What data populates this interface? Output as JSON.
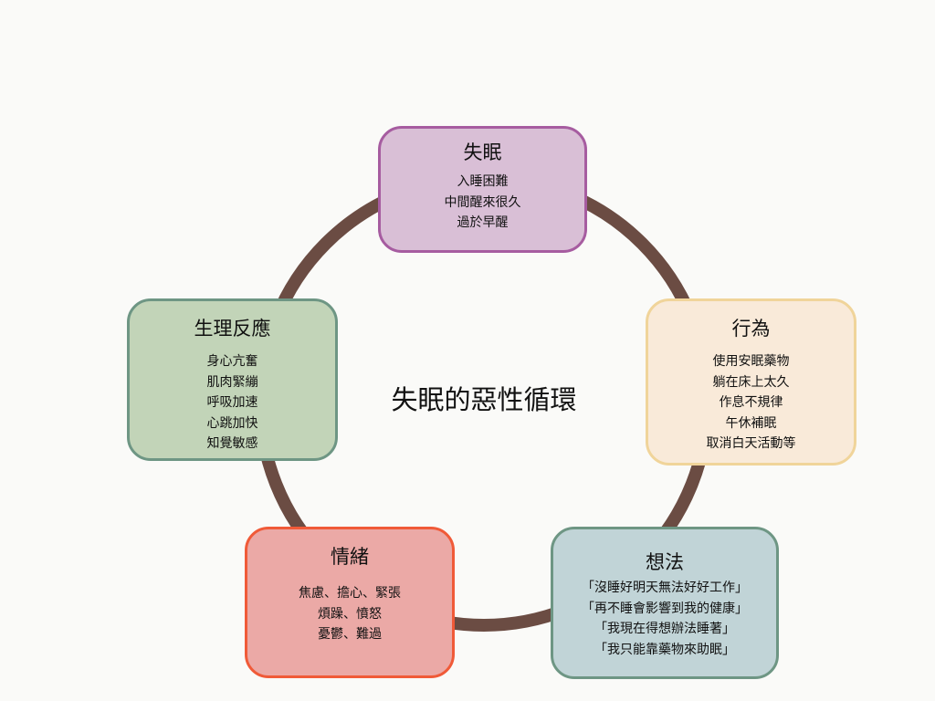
{
  "title": "失眠的惡性循環",
  "colors": {
    "ring": "#6b4c43",
    "background": "#fafaf8"
  },
  "nodes": [
    {
      "id": "insomnia",
      "title": "失眠",
      "items": [
        "入睡困難",
        "中間醒來很久",
        "過於早醒"
      ],
      "fill": "#d9bfd6",
      "border": "#a65ca0"
    },
    {
      "id": "behavior",
      "title": "行為",
      "items": [
        "使用安眠藥物",
        "躺在床上太久",
        "作息不規律",
        "午休補眠",
        "取消白天活動等"
      ],
      "fill": "#f9ead9",
      "border": "#f0d49a"
    },
    {
      "id": "thoughts",
      "title": "想法",
      "items": [
        "「沒睡好明天無法好好工作」",
        "「再不睡會影響到我的健康」",
        "「我現在得想辦法睡著」",
        "「我只能靠藥物來助眠」"
      ],
      "fill": "#c1d4d7",
      "border": "#6e9684"
    },
    {
      "id": "emotions",
      "title": "情緒",
      "items": [
        "焦慮、擔心、緊張",
        "煩躁、憤怒",
        "憂鬱、難過"
      ],
      "fill": "#eba9a6",
      "border": "#f05a38"
    },
    {
      "id": "physiology",
      "title": "生理反應",
      "items": [
        "身心亢奮",
        "肌肉緊繃",
        "呼吸加速",
        "心跳加快",
        "知覺敏感"
      ],
      "fill": "#c2d4b8",
      "border": "#6e9684"
    }
  ]
}
